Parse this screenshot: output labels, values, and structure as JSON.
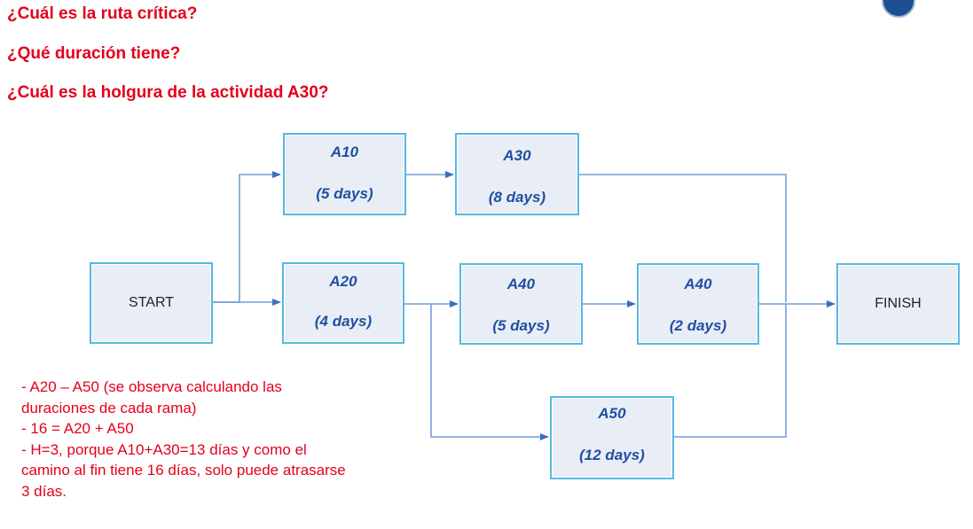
{
  "questions": {
    "q1": "¿Cuál es la ruta crítica?",
    "q2": "¿Qué duración tiene?",
    "q3": "¿Cuál es la holgura de la actividad A30?"
  },
  "diagram": {
    "start": "START",
    "finish": "FINISH",
    "activities": {
      "a10": {
        "name": "A10",
        "duration": "(5 days)"
      },
      "a30": {
        "name": "A30",
        "duration": "(8 days)"
      },
      "a20": {
        "name": "A20",
        "duration": "(4 days)"
      },
      "a40a": {
        "name": "A40",
        "duration": "(5 days)"
      },
      "a40b": {
        "name": "A40",
        "duration": "(2 days)"
      },
      "a50": {
        "name": "A50",
        "duration": "(12 days)"
      }
    }
  },
  "answers": [
    "- A20 – A50  (se observa calculando las",
    "duraciones de cada rama)",
    "- 16 = A20 + A50",
    "- H=3, porque A10+A30=13 días y como el",
    "camino al fin tiene 16 días, solo puede atrasarse",
    "3 días."
  ],
  "colors": {
    "question_text": "#e3001b",
    "box_border": "#57b8e3",
    "box_fill": "#e9eef6",
    "activity_text": "#1f4fa0",
    "connector": "#6f9fd6"
  }
}
